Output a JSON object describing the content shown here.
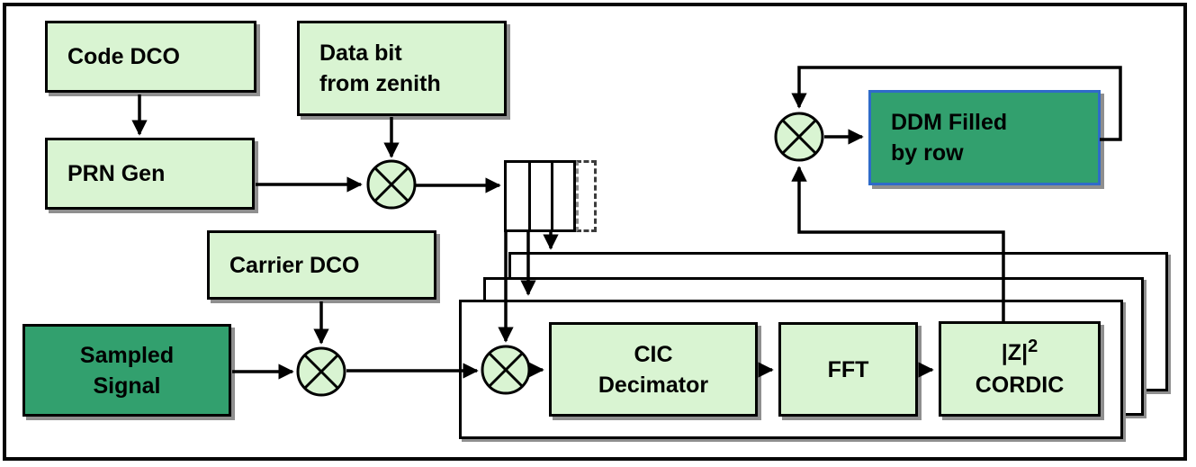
{
  "diagram": {
    "nodes": {
      "code_dco": {
        "label": "Code DCO"
      },
      "prn_gen": {
        "label": "PRN Gen"
      },
      "data_bit": {
        "line1": "Data bit",
        "line2": "from zenith"
      },
      "carrier_dco": {
        "label": "Carrier DCO"
      },
      "sampled_signal": {
        "line1": "Sampled",
        "line2": "Signal"
      },
      "cic_decimator": {
        "line1": "CIC",
        "line2": "Decimator"
      },
      "fft": {
        "label": "FFT"
      },
      "cordic": {
        "magnitude_base": "|Z|",
        "magnitude_exponent": "2",
        "line2": "CORDIC"
      },
      "ddm": {
        "line1": "DDM Filled",
        "line2": "by row"
      }
    },
    "symbols": {
      "multiplier": "circled-times-mixer-icon",
      "shift_register": "tapped-delay-line",
      "stacked_channels": "replicated-processing-lanes"
    },
    "colors": {
      "box_fill_light": "#d9f4d2",
      "box_fill_dark": "#32a06e",
      "ddm_border_blue": "#2f6bc9",
      "line_black": "#000000",
      "shadow_gray": "#8f8f8f",
      "background": "#ffffff"
    }
  }
}
